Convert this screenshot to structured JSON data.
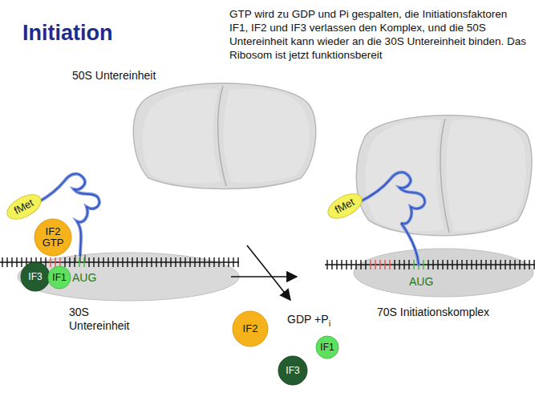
{
  "diagram": {
    "title": "Initiation",
    "nodes": [
      {
        "text": [
          "fMet"
        ]
      },
      {
        "text": [
          "IF2",
          "GTP"
        ]
      },
      {
        "text": [
          "IF3"
        ]
      },
      {
        "text": [
          "IF1"
        ]
      },
      {
        "text": [
          "IF2"
        ]
      },
      {
        "text": [
          "IF1"
        ]
      },
      {
        "text": [
          "IF3"
        ]
      },
      {
        "text": [
          "fMet"
        ]
      }
    ],
    "labels": [
      "GTP wird zu GDP und Pi gespalten, die Initiationsfaktoren IF1, IF2 und IF3 verlassen den Komplex, und die 50S Untereinheit kann wieder an die 30S Untereinheit binden. Das Ribosom ist jetzt funktionsbereit",
      "50S Untereinheit",
      "AUG",
      "30S Untereinheit",
      "GDP +P",
      "i",
      "AUG",
      "70S Initiationskomplex"
    ]
  }
}
